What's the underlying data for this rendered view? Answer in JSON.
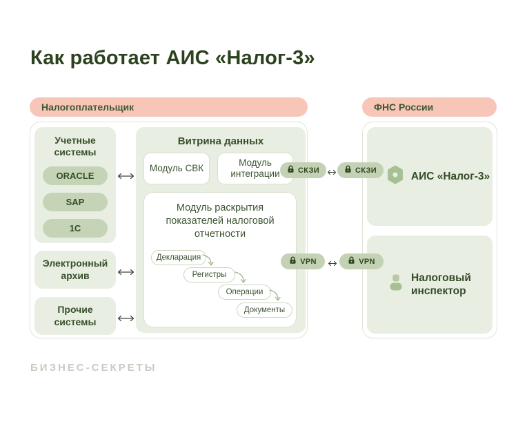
{
  "title": "Как работает АИС «Налог-3»",
  "taxpayer": {
    "header": "Налогоплательщик",
    "accounting": {
      "title": "Учетные системы",
      "systems": [
        "ORACLE",
        "SAP",
        "1С"
      ]
    },
    "archive": "Электронный архив",
    "other": "Прочие системы",
    "datamart": {
      "title": "Витрина данных",
      "svk_module": "Модуль СВК",
      "integration_module": "Модуль интеграции",
      "disclosure_module": {
        "title": "Модуль раскрытия показателей налоговой отчетности",
        "items": [
          "Декларация",
          "Регистры",
          "Операции",
          "Документы"
        ]
      }
    }
  },
  "links": {
    "skzi": "СКЗИ",
    "vpn": "VPN"
  },
  "fns": {
    "header": "ФНС России",
    "ais": "АИС «Налог-3»",
    "inspector": "Налоговый инспектор"
  },
  "logo": "БИЗНЕС-СЕКРЕТЫ",
  "colors": {
    "title_text": "#2c421e",
    "header_bg": "#f7c6b9",
    "card_bg": "#e9eee2",
    "pill_bg": "#c5d4b6",
    "badge_bg": "#c3d2b4",
    "icon_green": "#a6c093",
    "border": "#dde6d3",
    "logo_text": "#c5ccc1"
  }
}
